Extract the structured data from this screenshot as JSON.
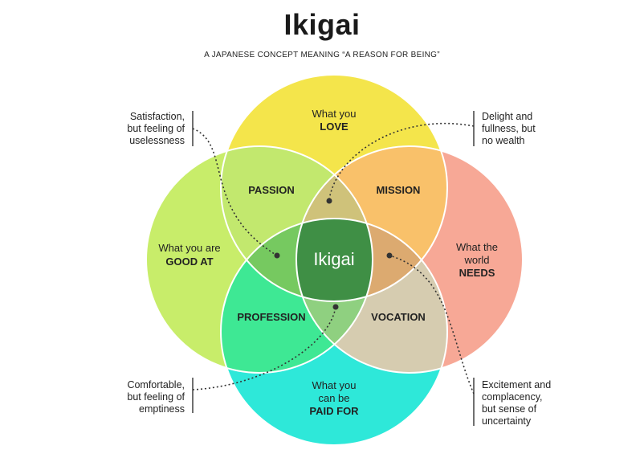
{
  "title": "Ikigai",
  "subtitle": "A JAPANESE CONCEPT MEANING “A REASON FOR BEING”",
  "circles": {
    "love": {
      "line1": "What you",
      "line2": "LOVE",
      "color": "#f4e54b"
    },
    "good_at": {
      "line1": "What you are",
      "line2": "GOOD AT",
      "color": "#c8ed6a"
    },
    "needs": {
      "line1": "What the",
      "line2": "world",
      "line3": "NEEDS",
      "color": "#f7a896"
    },
    "paid_for": {
      "line1": "What you",
      "line2": "can be",
      "line3": "PAID FOR",
      "color": "#2ee8d9"
    }
  },
  "overlaps": {
    "passion": "PASSION",
    "mission": "MISSION",
    "profession": "PROFESSION",
    "vocation": "VOCATION",
    "center": "Ikigai"
  },
  "notes": {
    "top_left": [
      "Satisfaction,",
      "but feeling of",
      "uselessness"
    ],
    "top_right": [
      "Delight and",
      "fullness, but",
      "no wealth"
    ],
    "bottom_left": [
      "Comfortable,",
      "but feeling of",
      "emptiness"
    ],
    "bottom_right": [
      "Excitement and",
      "complacency,",
      "but sense of",
      "uncertainty"
    ]
  },
  "colors": {
    "passion": "#c2e86e",
    "mission": "#f9c16a",
    "profession": "#3ee894",
    "vocation": "#d6ccb0",
    "center": "#3f8f45",
    "lens_top": "#cfc27a",
    "lens_left": "#76c960",
    "lens_right": "#dcaa70",
    "lens_bottom": "#8fd080",
    "outline": "#ffffff"
  }
}
